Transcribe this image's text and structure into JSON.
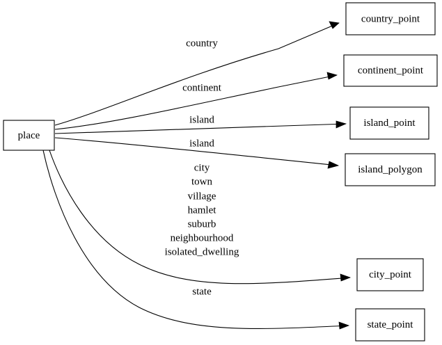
{
  "diagram": {
    "type": "directed-graph",
    "background_color": "#ffffff",
    "line_color": "#000000",
    "node_fill": "#ffffff",
    "source_node": {
      "id": "place",
      "label": "place"
    },
    "target_nodes": [
      {
        "id": "country_point",
        "label": "country_point"
      },
      {
        "id": "continent_point",
        "label": "continent_point"
      },
      {
        "id": "island_point",
        "label": "island_point"
      },
      {
        "id": "island_polygon",
        "label": "island_polygon"
      },
      {
        "id": "city_point",
        "label": "city_point"
      },
      {
        "id": "state_point",
        "label": "state_point"
      }
    ],
    "edges": [
      {
        "from": "place",
        "to": "country_point",
        "label": "country"
      },
      {
        "from": "place",
        "to": "continent_point",
        "label": "continent"
      },
      {
        "from": "place",
        "to": "island_point",
        "label": "island"
      },
      {
        "from": "place",
        "to": "island_polygon",
        "label": "island"
      },
      {
        "from": "place",
        "to": "city_point",
        "label": "city\ntown\nvillage\nhamlet\nsuburb\nneighbourhood\nisolated_dwelling"
      },
      {
        "from": "place",
        "to": "state_point",
        "label": "state"
      }
    ],
    "edge_label_lines": {
      "country": [
        "country"
      ],
      "continent": [
        "continent"
      ],
      "island_a": [
        "island"
      ],
      "island_b": [
        "island"
      ],
      "city_multi": [
        "city",
        "town",
        "village",
        "hamlet",
        "suburb",
        "neighbourhood",
        "isolated_dwelling"
      ],
      "state": [
        "state"
      ]
    }
  }
}
